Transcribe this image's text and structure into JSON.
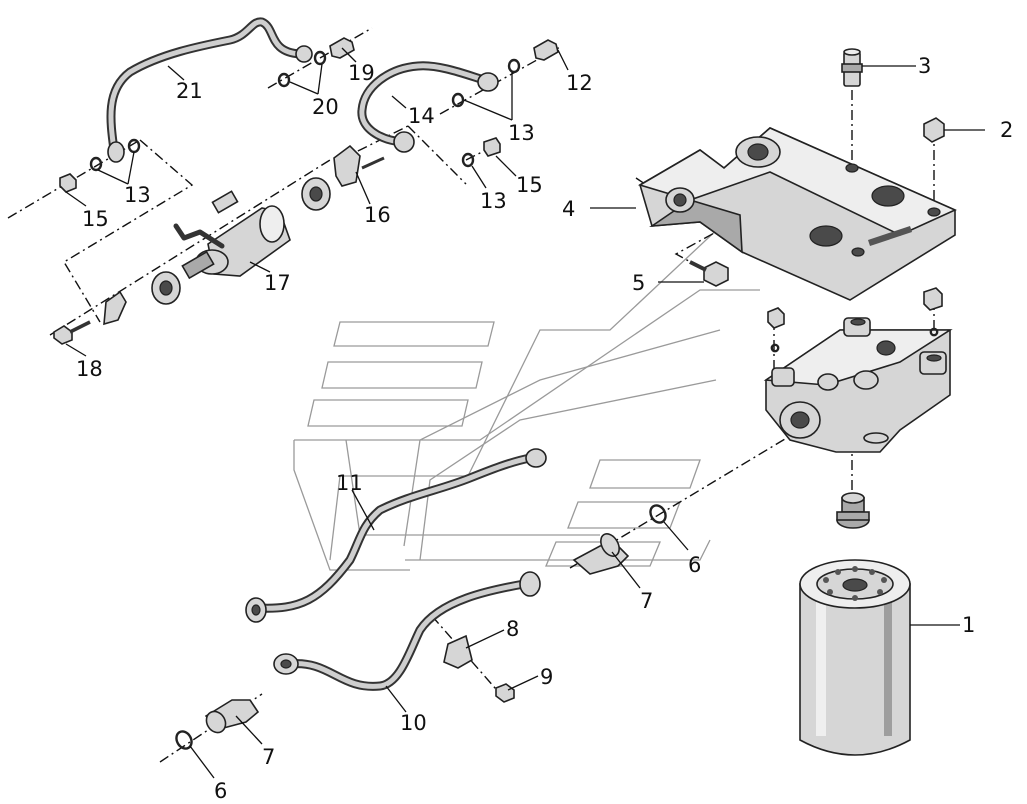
{
  "diagram": {
    "callouts": [
      {
        "id": "c1",
        "text": "1"
      },
      {
        "id": "c2",
        "text": "2"
      },
      {
        "id": "c3",
        "text": "3"
      },
      {
        "id": "c4",
        "text": "4"
      },
      {
        "id": "c5",
        "text": "5"
      },
      {
        "id": "c6a",
        "text": "6"
      },
      {
        "id": "c6b",
        "text": "6"
      },
      {
        "id": "c7a",
        "text": "7"
      },
      {
        "id": "c7b",
        "text": "7"
      },
      {
        "id": "c8",
        "text": "8"
      },
      {
        "id": "c9",
        "text": "9"
      },
      {
        "id": "c10",
        "text": "10"
      },
      {
        "id": "c11",
        "text": "11"
      },
      {
        "id": "c12",
        "text": "12"
      },
      {
        "id": "c13a",
        "text": "13"
      },
      {
        "id": "c13b",
        "text": "13"
      },
      {
        "id": "c13c",
        "text": "13"
      },
      {
        "id": "c14",
        "text": "14"
      },
      {
        "id": "c15a",
        "text": "15"
      },
      {
        "id": "c15b",
        "text": "15"
      },
      {
        "id": "c16",
        "text": "16"
      },
      {
        "id": "c17",
        "text": "17"
      },
      {
        "id": "c18",
        "text": "18"
      },
      {
        "id": "c19",
        "text": "19"
      },
      {
        "id": "c20",
        "text": "20"
      },
      {
        "id": "c21",
        "text": "21"
      }
    ]
  }
}
